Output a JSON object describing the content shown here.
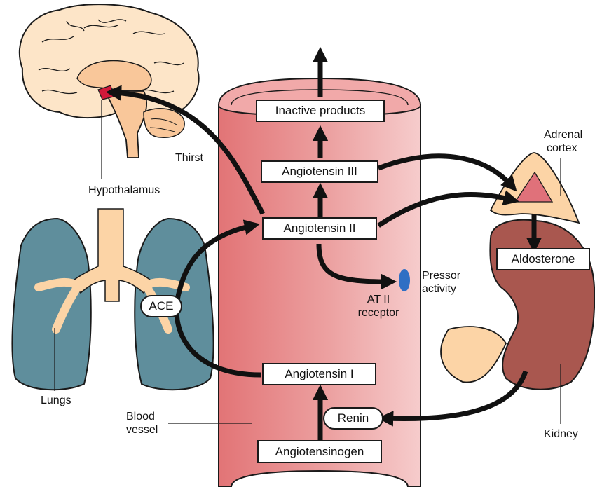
{
  "boxes": {
    "inactive_products": "Inactive products",
    "angiotensin_iii": "Angiotensin III",
    "angiotensin_ii": "Angiotensin II",
    "angiotensin_i": "Angiotensin I",
    "angiotensinogen": "Angiotensinogen",
    "aldosterone": "Aldosterone",
    "ace": "ACE",
    "renin": "Renin"
  },
  "labels": {
    "thirst": "Thirst",
    "hypothalamus": "Hypothalamus",
    "lungs": "Lungs",
    "blood_vessel_line1": "Blood",
    "blood_vessel_line2": "vessel",
    "adrenal_line1": "Adrenal",
    "adrenal_line2": "cortex",
    "pressor_line1": "Pressor",
    "pressor_line2": "activity",
    "receptor_line1": "AT II",
    "receptor_line2": "receptor",
    "kidney": "Kidney"
  },
  "colors": {
    "vessel_dark": "#e07a7c",
    "vessel_light": "#f3c6c6",
    "brain": "#fde5c8",
    "brainstem": "#f9c79a",
    "hypothalamus": "#d1193a",
    "lung": "#5f8e9c",
    "airway": "#fcd4a6",
    "kidney": "#a9574f",
    "adrenal": "#fcd4a6",
    "adrenal_inner": "#e0717a",
    "receptor": "#2f6fc4",
    "arrow": "#111111"
  }
}
